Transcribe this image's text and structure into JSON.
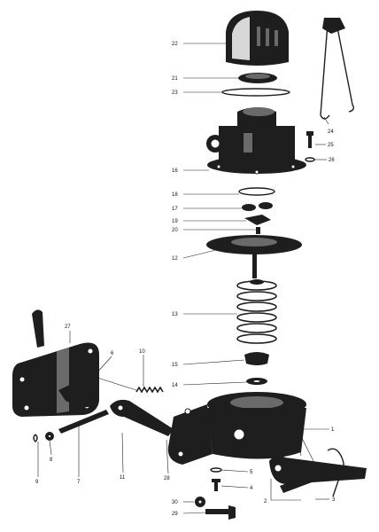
{
  "palette": {
    "ink": "#1e1e1e",
    "background": "#ffffff"
  },
  "callouts": [
    {
      "key": "22",
      "text": "22"
    },
    {
      "key": "21",
      "text": "21"
    },
    {
      "key": "23",
      "text": "23"
    },
    {
      "key": "24",
      "text": "24"
    },
    {
      "key": "25",
      "text": "25"
    },
    {
      "key": "26",
      "text": "26"
    },
    {
      "key": "16",
      "text": "16"
    },
    {
      "key": "18",
      "text": "18"
    },
    {
      "key": "17",
      "text": "17"
    },
    {
      "key": "19",
      "text": "19"
    },
    {
      "key": "20",
      "text": "20"
    },
    {
      "key": "12",
      "text": "12"
    },
    {
      "key": "13",
      "text": "13"
    },
    {
      "key": "27",
      "text": "27"
    },
    {
      "key": "15",
      "text": "15"
    },
    {
      "key": "10",
      "text": "10"
    },
    {
      "key": "6",
      "text": "6"
    },
    {
      "key": "14",
      "text": "14"
    },
    {
      "key": "1",
      "text": "1"
    },
    {
      "key": "9",
      "text": "9"
    },
    {
      "key": "8",
      "text": "8"
    },
    {
      "key": "7",
      "text": "7"
    },
    {
      "key": "11",
      "text": "11"
    },
    {
      "key": "28",
      "text": "28"
    },
    {
      "key": "5",
      "text": "5"
    },
    {
      "key": "4",
      "text": "4"
    },
    {
      "key": "2",
      "text": "2"
    },
    {
      "key": "3",
      "text": "3"
    },
    {
      "key": "30",
      "text": "30"
    },
    {
      "key": "29",
      "text": "29"
    }
  ]
}
